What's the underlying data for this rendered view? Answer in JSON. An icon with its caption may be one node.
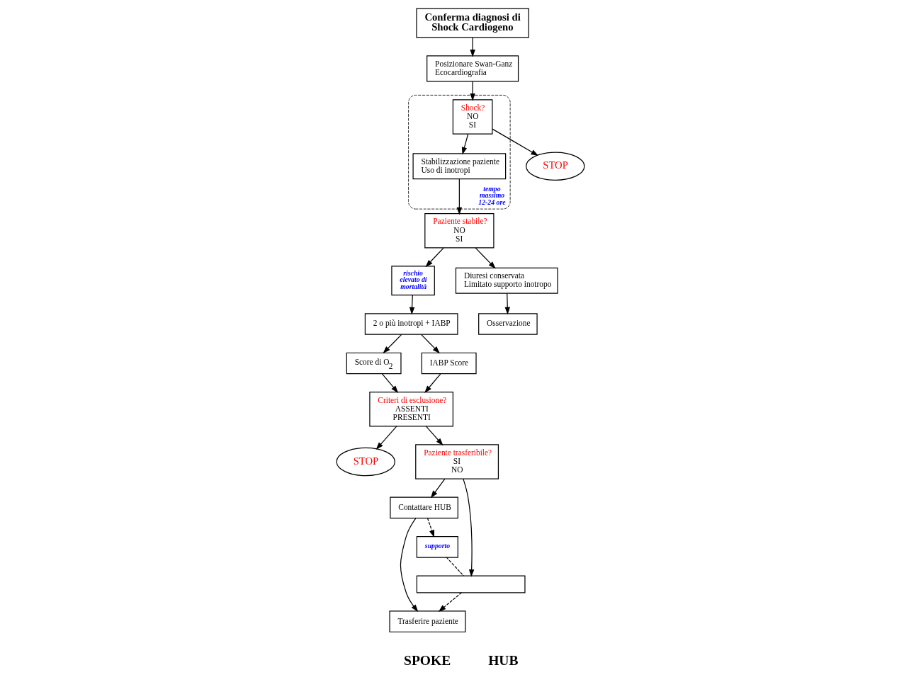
{
  "diagram": {
    "nodes": [
      {
        "text": [
          "Conferma diagnosi di Shock Cardiogeno"
        ]
      },
      {
        "text": [
          "Posizionare Swan-Ganz",
          "Ecocardiografia"
        ]
      },
      {
        "text": [],
        "shape": "box",
        "beside": [
          "tempo massimo 12-24 ore"
        ]
      },
      {
        "text": [
          "Shock?",
          "NO",
          "SI"
        ],
        "in": 2
      },
      {
        "text": [
          "STOP"
        ]
      },
      {
        "text": [
          "Stabilizzazione paziente",
          "Uso di inotropi"
        ],
        "in": 2
      },
      {
        "text": [
          "Paziente stabile?",
          "NO",
          "SI"
        ]
      },
      {
        "text": [
          "rischio elevato di mortalità"
        ]
      },
      {
        "text": [
          "Diuresi conservata",
          "Limitato supporto inotropo"
        ]
      },
      {
        "text": [
          "Osservazione"
        ]
      },
      {
        "text": [
          "2 o più inotropi + IABP"
        ]
      },
      {
        "text": [
          "Score di O$_{2}$"
        ]
      },
      {
        "text": [
          "IABP Score"
        ]
      },
      {
        "text": [
          "Criteri di esclusione?",
          "ASSENTI",
          "PRESENTI"
        ]
      },
      {
        "text": [
          "STOP"
        ]
      },
      {
        "text": [
          "Paziente trasferibile?",
          "SI",
          "NO"
        ]
      },
      {
        "text": [
          "supporto"
        ]
      },
      {
        "text": [
          "Contattare HUB"
        ]
      },
      {
        "text": [],
        "shape": "box"
      },
      {
        "text": [
          "Trasferire paziente"
        ]
      }
    ],
    "edges": [
      {
        "from": 0,
        "to": 1,
        "arrow": "to"
      },
      {
        "from": 1,
        "to": 3,
        "arrow": "to"
      },
      {
        "from": 3,
        "to": 4,
        "arrow": "to"
      },
      {
        "from": 3,
        "to": 5,
        "arrow": "to"
      },
      {
        "from": 5,
        "to": 6,
        "arrow": "to"
      },
      {
        "from": 6,
        "to": 7,
        "arrow": "to"
      },
      {
        "from": 6,
        "to": 8,
        "arrow": "to"
      },
      {
        "from": 8,
        "to": 9,
        "arrow": "to"
      },
      {
        "from": 7,
        "to": 10,
        "arrow": "to"
      },
      {
        "from": 10,
        "to": 11,
        "arrow": "to"
      },
      {
        "from": 10,
        "to": 12,
        "arrow": "to"
      },
      {
        "from": 11,
        "to": 13,
        "arrow": "to"
      },
      {
        "from": 12,
        "to": 13,
        "arrow": "to"
      },
      {
        "from": 13,
        "to": 15,
        "arrow": "to"
      },
      {
        "from": 13,
        "to": 14,
        "arrow": "to"
      },
      {
        "from": 15,
        "to": 17,
        "arrow": "to"
      },
      {
        "from": 15,
        "to": 18,
        "arrow": "to"
      },
      {
        "from": 17,
        "to": 16,
        "arrow": "to",
        "style": "dashed"
      },
      {
        "from": 16,
        "to": 18,
        "arrow": "none",
        "style": "dashed"
      },
      {
        "from": 17,
        "to": 19,
        "arrow": "to"
      },
      {
        "from": 18,
        "to": 19,
        "arrow": "to",
        "style": "dashed"
      }
    ],
    "labels": [
      "SPOKE",
      "HUB"
    ]
  }
}
